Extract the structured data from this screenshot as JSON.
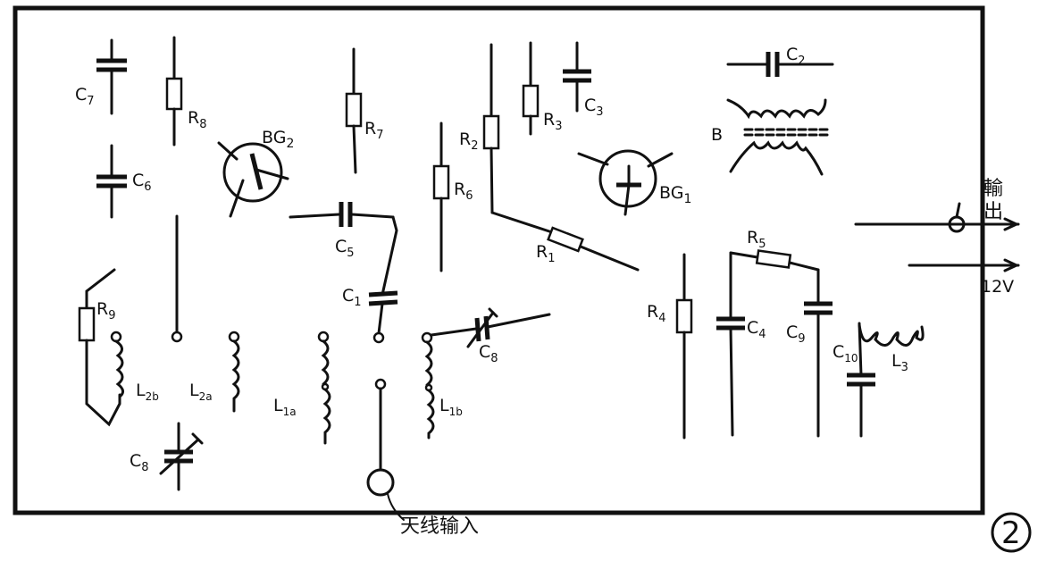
{
  "components": {
    "C7": {
      "main": "C",
      "sub": "7"
    },
    "C6": {
      "main": "C",
      "sub": "6"
    },
    "R8": {
      "main": "R",
      "sub": "8"
    },
    "BG2": {
      "main": "BG",
      "sub": "2"
    },
    "R7": {
      "main": "R",
      "sub": "7"
    },
    "C5": {
      "main": "C",
      "sub": "5"
    },
    "C1": {
      "main": "C",
      "sub": "1"
    },
    "R2": {
      "main": "R",
      "sub": "2"
    },
    "R6": {
      "main": "R",
      "sub": "6"
    },
    "R3": {
      "main": "R",
      "sub": "3"
    },
    "C3": {
      "main": "C",
      "sub": "3"
    },
    "BG1": {
      "main": "BG",
      "sub": "1"
    },
    "R1": {
      "main": "R",
      "sub": "1"
    },
    "C2": {
      "main": "C",
      "sub": "2"
    },
    "B": {
      "main": "B",
      "sub": ""
    },
    "R5": {
      "main": "R",
      "sub": "5"
    },
    "R4": {
      "main": "R",
      "sub": "4"
    },
    "C4": {
      "main": "C",
      "sub": "4"
    },
    "C9": {
      "main": "C",
      "sub": "9"
    },
    "C10": {
      "main": "C",
      "sub": "10"
    },
    "L3": {
      "main": "L",
      "sub": "3"
    },
    "R9": {
      "main": "R",
      "sub": "9"
    },
    "L2b": {
      "main": "L",
      "sub": "2b"
    },
    "L2a": {
      "main": "L",
      "sub": "2a"
    },
    "L1a": {
      "main": "L",
      "sub": "1a"
    },
    "L1b": {
      "main": "L",
      "sub": "1b"
    },
    "C8": {
      "main": "C",
      "sub": "8"
    },
    "C8b": {
      "main": "C",
      "sub": "8"
    }
  },
  "output_label_1": "輸",
  "output_label_2": "出",
  "supply_label": "12V",
  "antenna_label": "天线输入",
  "figure_number": "2"
}
